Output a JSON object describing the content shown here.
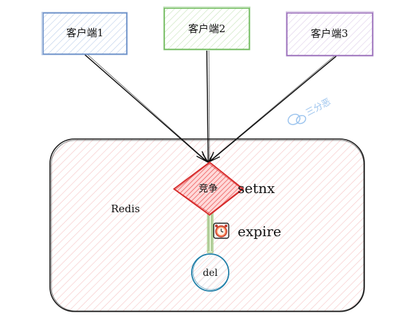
{
  "clients": [
    {
      "label": "客户端1",
      "color": "#6a8fc8"
    },
    {
      "label": "客户端2",
      "color": "#6fba5c"
    },
    {
      "label": "客户端3",
      "color": "#9a6dbb"
    }
  ],
  "redis": {
    "label": "Redis",
    "color": "#f08b8b"
  },
  "compete": {
    "label": "竞争",
    "color": "#e03131"
  },
  "setnx": {
    "label": "setnx"
  },
  "expire": {
    "label": "expire",
    "icon": "alarm-clock-icon"
  },
  "del": {
    "label": "del",
    "color": "#1f7fa8"
  },
  "watermark": {
    "text": "三分恶",
    "icon": "wechat-icon"
  }
}
